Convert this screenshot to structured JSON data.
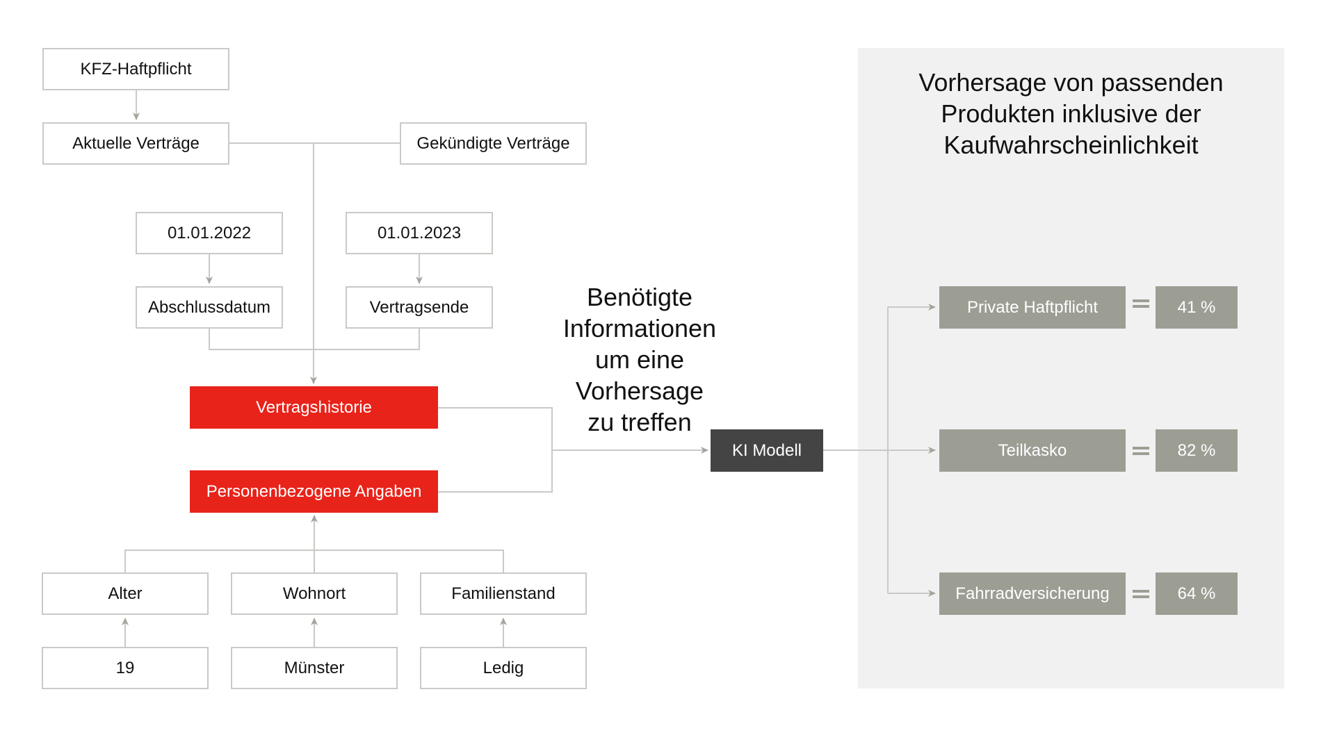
{
  "panel": {
    "title_lines": [
      "Vorhersage von passenden",
      "Produkten inklusive der",
      "Kaufwahrscheinlichkeit"
    ]
  },
  "contract": {
    "product": "KFZ-Haftpflicht",
    "current": "Aktuelle Verträge",
    "cancelled": "Gekündigte Verträge",
    "start_date_value": "01.01.2022",
    "end_date_value": "01.01.2023",
    "start_date_label": "Abschlussdatum",
    "end_date_label": "Vertragsende",
    "history": "Vertragshistorie"
  },
  "person": {
    "title": "Personenbezogene Angaben",
    "fields": [
      {
        "label": "Alter",
        "value": "19"
      },
      {
        "label": "Wohnort",
        "value": "Münster"
      },
      {
        "label": "Familienstand",
        "value": "Ledig"
      }
    ]
  },
  "middle_text_lines": [
    "Benötigte",
    "Informationen",
    "um eine",
    "Vorhersage",
    "zu treffen"
  ],
  "model": {
    "label": "KI Modell"
  },
  "predictions": [
    {
      "product": "Private Haftpflicht",
      "probability": "41 %"
    },
    {
      "product": "Teilkasko",
      "probability": "82 %"
    },
    {
      "product": "Fahrradversicherung",
      "probability": "64 %"
    }
  ],
  "colors": {
    "highlight": "#e8231a",
    "model": "#444444",
    "prediction": "#9c9e94",
    "panel": "#f1f1f1",
    "line": "#c9c9c6"
  }
}
